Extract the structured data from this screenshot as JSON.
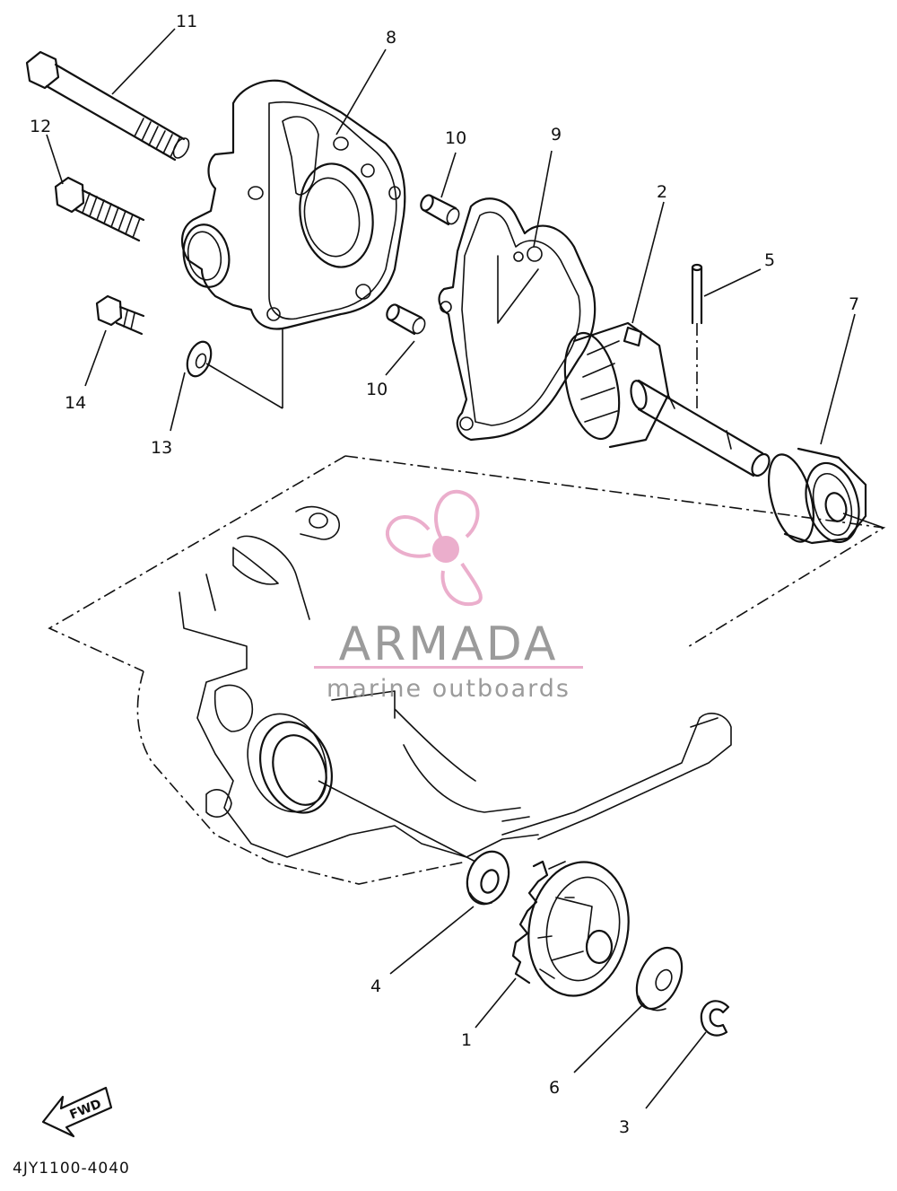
{
  "diagram_code": "4JY1100-4040",
  "fwd_label": "FWD",
  "watermark": {
    "brand": "ARMADA",
    "tagline": "marine outboards",
    "brand_color": "#8a8a8a",
    "logo_color": "#e8a0c4"
  },
  "callouts": [
    {
      "id": "1",
      "label": "1"
    },
    {
      "id": "2",
      "label": "2"
    },
    {
      "id": "3",
      "label": "3"
    },
    {
      "id": "4",
      "label": "4"
    },
    {
      "id": "5",
      "label": "5"
    },
    {
      "id": "6",
      "label": "6"
    },
    {
      "id": "7",
      "label": "7"
    },
    {
      "id": "8",
      "label": "8"
    },
    {
      "id": "9",
      "label": "9"
    },
    {
      "id": "10a",
      "label": "10"
    },
    {
      "id": "10b",
      "label": "10"
    },
    {
      "id": "11",
      "label": "11"
    },
    {
      "id": "12",
      "label": "12"
    },
    {
      "id": "13",
      "label": "13"
    },
    {
      "id": "14",
      "label": "14"
    }
  ]
}
